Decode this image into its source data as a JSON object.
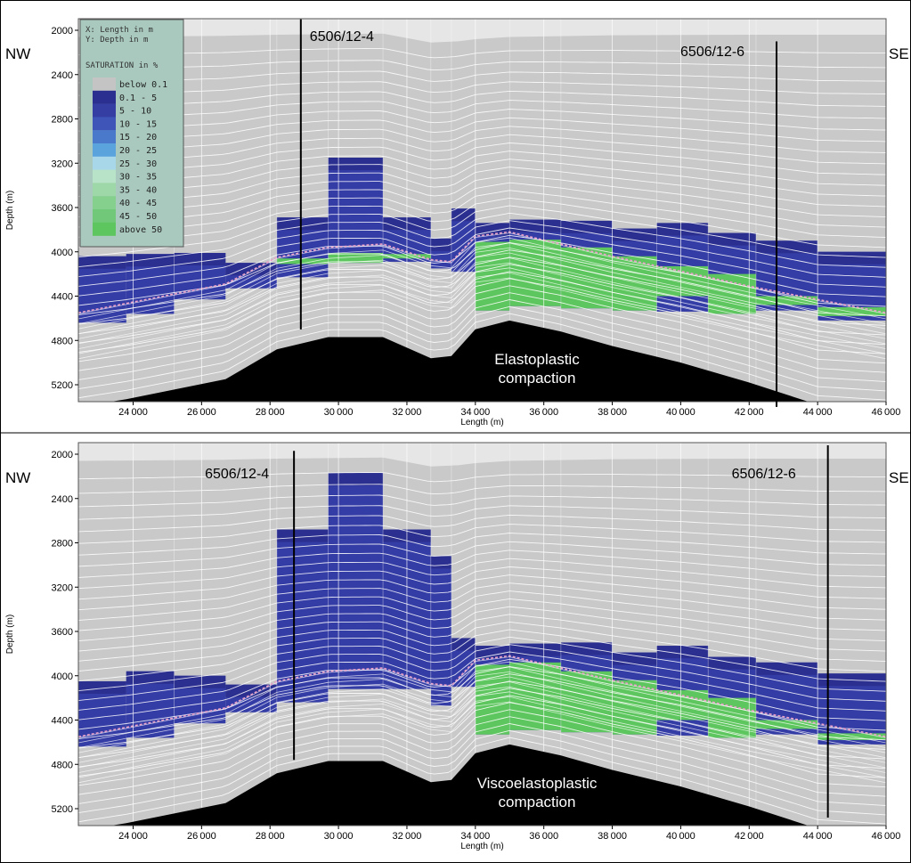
{
  "chart_data": [
    {
      "type": "heatmap",
      "xlabel": "Length (m)",
      "ylabel": "Depth (m)",
      "xlim": [
        22400,
        46000
      ],
      "ylim": [
        2000,
        5350
      ],
      "y_inverted": true,
      "x_ticks": [
        24000,
        26000,
        28000,
        30000,
        32000,
        34000,
        36000,
        38000,
        40000,
        42000,
        44000,
        46000
      ],
      "x_tick_labels": [
        "24 000",
        "26 000",
        "28 000",
        "30 000",
        "32 000",
        "34 000",
        "36 000",
        "38 000",
        "40 000",
        "42 000",
        "44 000",
        "46 000"
      ],
      "y_ticks": [
        2000,
        2400,
        2800,
        3200,
        3600,
        4000,
        4400,
        4800,
        5200
      ],
      "y_tick_labels": [
        "2000",
        "2400",
        "2800",
        "3200",
        "3600",
        "4000",
        "4400",
        "4800",
        "5200"
      ],
      "left_label": "NW",
      "right_label": "SE",
      "annotation": [
        "Elastoplastic",
        "compaction"
      ],
      "wells": [
        {
          "name": "6506/12-4",
          "x": 28900,
          "top": 1900,
          "bottom": 4700
        },
        {
          "name": "6506/12-6",
          "x": 42800,
          "top": 2100,
          "bottom": 5400
        }
      ],
      "legend": {
        "header": [
          "X: Length in m",
          "Y: Depth in m"
        ],
        "title": "SATURATION in %",
        "entries": [
          {
            "label": "below 0.1",
            "color": "#c4c4c4"
          },
          {
            "label": "0.1 - 5",
            "color": "#2b2f8f"
          },
          {
            "label": "5 - 10",
            "color": "#353ea3"
          },
          {
            "label": "10 - 15",
            "color": "#3f56b8"
          },
          {
            "label": "15 - 20",
            "color": "#4a79cc"
          },
          {
            "label": "20 - 25",
            "color": "#5aa3dc"
          },
          {
            "label": "25 - 30",
            "color": "#a8d7ea"
          },
          {
            "label": "30 - 35",
            "color": "#b9e3c9"
          },
          {
            "label": "35 - 40",
            "color": "#9ed8a8"
          },
          {
            "label": "40 - 45",
            "color": "#86d08e"
          },
          {
            "label": "45 - 50",
            "color": "#70c878"
          },
          {
            "label": "above 50",
            "color": "#5ec65e"
          }
        ]
      },
      "basement": {
        "x": [
          22400,
          23800,
          26700,
          28200,
          29700,
          31300,
          32700,
          33300,
          34000,
          35000,
          36500,
          38000,
          40000,
          42000,
          44000,
          46000
        ],
        "depth": [
          5400,
          5330,
          5150,
          4880,
          4770,
          4770,
          4960,
          4940,
          4700,
          4620,
          4720,
          4850,
          5000,
          5180,
          5380,
          5420
        ]
      },
      "top_surface": {
        "x": [
          22400,
          26700,
          28200,
          31300,
          32700,
          33500,
          34000,
          35000,
          38000,
          42000,
          46000
        ],
        "depth": [
          2060,
          2050,
          2040,
          2030,
          2110,
          2100,
          2080,
          2060,
          2045,
          2040,
          2040
        ]
      },
      "reservoir_top": {
        "x": [
          22400,
          26700,
          28200,
          29700,
          31300,
          32700,
          33300,
          34000,
          35000,
          38000,
          42000,
          46000
        ],
        "depth": [
          4560,
          4300,
          4060,
          3970,
          3940,
          4080,
          4100,
          3870,
          3830,
          4050,
          4320,
          4560
        ]
      },
      "columns": [
        {
          "x0": 22400,
          "x1": 23800,
          "top": 4040,
          "bottom": 4640,
          "green_top": null,
          "green_bottom": null
        },
        {
          "x0": 23800,
          "x1": 25200,
          "top": 4020,
          "bottom": 4560,
          "green_top": null,
          "green_bottom": null
        },
        {
          "x0": 25200,
          "x1": 26700,
          "top": 4010,
          "bottom": 4430,
          "green_top": null,
          "green_bottom": null
        },
        {
          "x0": 26700,
          "x1": 28200,
          "top": 4100,
          "bottom": 4330,
          "green_top": null,
          "green_bottom": null
        },
        {
          "x0": 28200,
          "x1": 29700,
          "top": 3690,
          "bottom": 4230,
          "green_top": 4060,
          "green_bottom": 4110
        },
        {
          "x0": 29700,
          "x1": 31300,
          "top": 3150,
          "bottom": 4100,
          "green_top": 4010,
          "green_bottom": 4100
        },
        {
          "x0": 31300,
          "x1": 32700,
          "top": 3690,
          "bottom": 4090,
          "green_top": 4020,
          "green_bottom": 4060
        },
        {
          "x0": 32700,
          "x1": 33300,
          "top": 3880,
          "bottom": 4150,
          "green_top": null,
          "green_bottom": null
        },
        {
          "x0": 33300,
          "x1": 34000,
          "top": 3610,
          "bottom": 4180,
          "green_top": null,
          "green_bottom": null
        },
        {
          "x0": 34000,
          "x1": 35000,
          "top": 3740,
          "bottom": 4530,
          "green_top": 3910,
          "green_bottom": 4530
        },
        {
          "x0": 35000,
          "x1": 36500,
          "top": 3710,
          "bottom": 4490,
          "green_top": 3890,
          "green_bottom": 4490
        },
        {
          "x0": 36500,
          "x1": 38000,
          "top": 3720,
          "bottom": 4510,
          "green_top": 3960,
          "green_bottom": 4510
        },
        {
          "x0": 38000,
          "x1": 39300,
          "top": 3790,
          "bottom": 4530,
          "green_top": 4040,
          "green_bottom": 4530
        },
        {
          "x0": 39300,
          "x1": 40800,
          "top": 3740,
          "bottom": 4540,
          "green_top": 4130,
          "green_bottom": 4400
        },
        {
          "x0": 40800,
          "x1": 42200,
          "top": 3830,
          "bottom": 4560,
          "green_top": 4200,
          "green_bottom": 4560
        },
        {
          "x0": 42200,
          "x1": 44000,
          "top": 3900,
          "bottom": 4530,
          "green_top": 4400,
          "green_bottom": 4480
        },
        {
          "x0": 44000,
          "x1": 46000,
          "top": 4000,
          "bottom": 4620,
          "green_top": 4500,
          "green_bottom": 4580
        }
      ]
    },
    {
      "type": "heatmap",
      "xlabel": "Length (m)",
      "ylabel": "Depth (m)",
      "xlim": [
        22400,
        46000
      ],
      "ylim": [
        2000,
        5350
      ],
      "y_inverted": true,
      "x_ticks": [
        24000,
        26000,
        28000,
        30000,
        32000,
        34000,
        36000,
        38000,
        40000,
        42000,
        44000,
        46000
      ],
      "x_tick_labels": [
        "24 000",
        "26 000",
        "28 000",
        "30 000",
        "32 000",
        "34 000",
        "36 000",
        "38 000",
        "40 000",
        "42 000",
        "44 000",
        "46 000"
      ],
      "y_ticks": [
        2000,
        2400,
        2800,
        3200,
        3600,
        4000,
        4400,
        4800,
        5200
      ],
      "y_tick_labels": [
        "2000",
        "2400",
        "2800",
        "3200",
        "3600",
        "4000",
        "4400",
        "4800",
        "5200"
      ],
      "left_label": "NW",
      "right_label": "SE",
      "annotation": [
        "Viscoelastoplastic",
        "compaction"
      ],
      "wells": [
        {
          "name": "6506/12-4",
          "x": 28700,
          "top": 1970,
          "bottom": 4760
        },
        {
          "name": "6506/12-6",
          "x": 44300,
          "top": 1920,
          "bottom": 5280
        }
      ],
      "basement": {
        "x": [
          22400,
          23800,
          26700,
          28200,
          29700,
          31300,
          32700,
          33300,
          34000,
          35000,
          36500,
          38000,
          40000,
          42000,
          44000,
          46000
        ],
        "depth": [
          5400,
          5330,
          5150,
          4880,
          4770,
          4770,
          4960,
          4940,
          4700,
          4620,
          4720,
          4850,
          5000,
          5180,
          5380,
          5420
        ]
      },
      "top_surface": {
        "x": [
          22400,
          26700,
          28200,
          31300,
          32700,
          33500,
          34000,
          35000,
          38000,
          42000,
          46000
        ],
        "depth": [
          2060,
          2050,
          2040,
          2030,
          2110,
          2100,
          2080,
          2060,
          2045,
          2040,
          2040
        ]
      },
      "reservoir_top": {
        "x": [
          22400,
          26700,
          28200,
          29700,
          31300,
          32700,
          33300,
          34000,
          35000,
          38000,
          42000,
          46000
        ],
        "depth": [
          4560,
          4300,
          4060,
          3970,
          3940,
          4080,
          4100,
          3870,
          3830,
          4050,
          4320,
          4560
        ]
      },
      "columns": [
        {
          "x0": 22400,
          "x1": 23800,
          "top": 4050,
          "bottom": 4640,
          "green_top": null,
          "green_bottom": null
        },
        {
          "x0": 23800,
          "x1": 25200,
          "top": 3960,
          "bottom": 4560,
          "green_top": null,
          "green_bottom": null
        },
        {
          "x0": 25200,
          "x1": 26700,
          "top": 4000,
          "bottom": 4430,
          "green_top": null,
          "green_bottom": null
        },
        {
          "x0": 26700,
          "x1": 28200,
          "top": 4080,
          "bottom": 4330,
          "green_top": null,
          "green_bottom": null
        },
        {
          "x0": 28200,
          "x1": 29700,
          "top": 2680,
          "bottom": 4240,
          "green_top": null,
          "green_bottom": null
        },
        {
          "x0": 29700,
          "x1": 31300,
          "top": 2170,
          "bottom": 4120,
          "green_top": null,
          "green_bottom": null
        },
        {
          "x0": 31300,
          "x1": 32700,
          "top": 2680,
          "bottom": 4120,
          "green_top": null,
          "green_bottom": null
        },
        {
          "x0": 32700,
          "x1": 33300,
          "top": 2920,
          "bottom": 4270,
          "green_top": null,
          "green_bottom": null
        },
        {
          "x0": 33300,
          "x1": 34000,
          "top": 3660,
          "bottom": 4100,
          "green_top": null,
          "green_bottom": null
        },
        {
          "x0": 34000,
          "x1": 35000,
          "top": 3730,
          "bottom": 4530,
          "green_top": 3900,
          "green_bottom": 4530
        },
        {
          "x0": 35000,
          "x1": 36500,
          "top": 3710,
          "bottom": 4490,
          "green_top": 3880,
          "green_bottom": 4490
        },
        {
          "x0": 36500,
          "x1": 38000,
          "top": 3700,
          "bottom": 4510,
          "green_top": 3960,
          "green_bottom": 4510
        },
        {
          "x0": 38000,
          "x1": 39300,
          "top": 3790,
          "bottom": 4530,
          "green_top": 4040,
          "green_bottom": 4530
        },
        {
          "x0": 39300,
          "x1": 40800,
          "top": 3730,
          "bottom": 4540,
          "green_top": 4130,
          "green_bottom": 4400
        },
        {
          "x0": 40800,
          "x1": 42200,
          "top": 3830,
          "bottom": 4560,
          "green_top": 4200,
          "green_bottom": 4560
        },
        {
          "x0": 42200,
          "x1": 44000,
          "top": 3880,
          "bottom": 4530,
          "green_top": 4400,
          "green_bottom": 4480
        },
        {
          "x0": 44000,
          "x1": 46000,
          "top": 3980,
          "bottom": 4620,
          "green_top": 4520,
          "green_bottom": 4580
        }
      ]
    }
  ]
}
